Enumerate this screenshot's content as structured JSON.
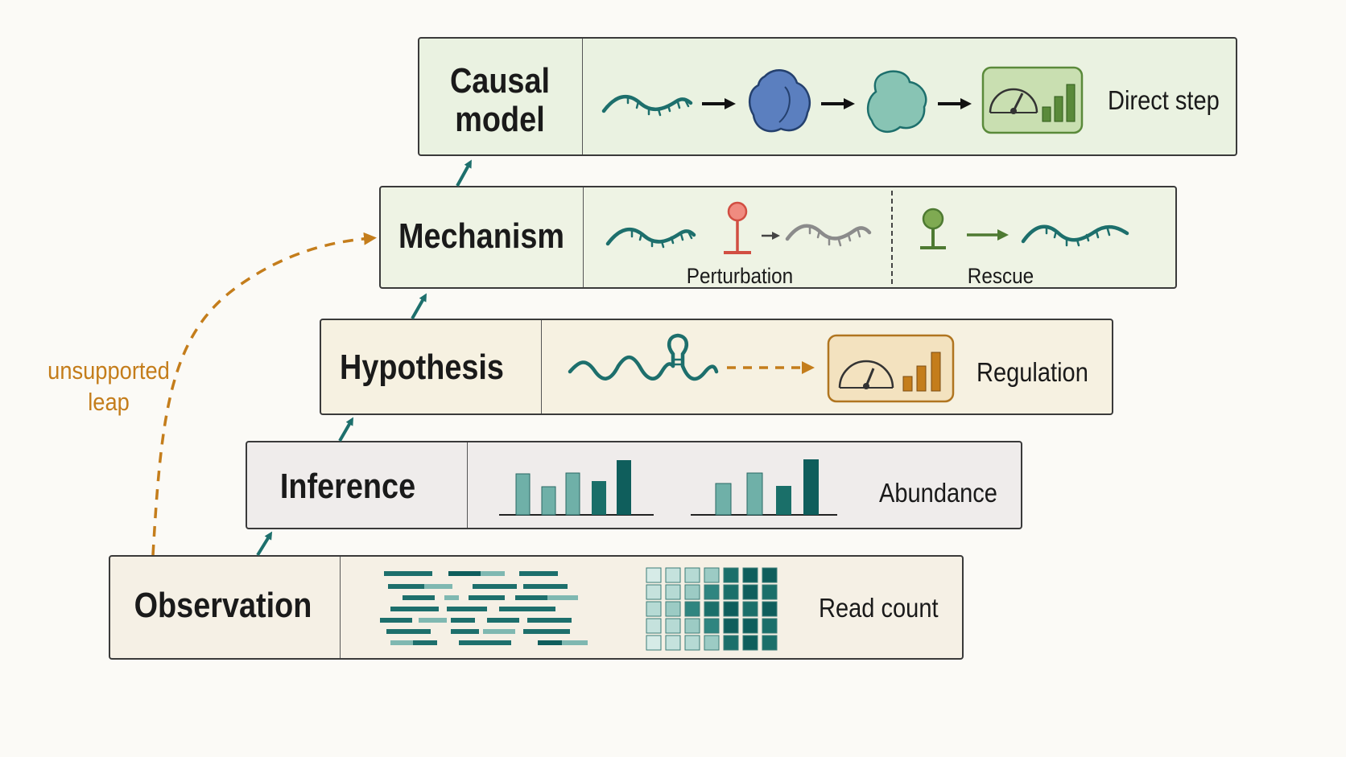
{
  "levels": {
    "observation": {
      "title": "Observation",
      "label": "Read count"
    },
    "inference": {
      "title": "Inference",
      "label": "Abundance"
    },
    "hypothesis": {
      "title": "Hypothesis",
      "label": "Regulation"
    },
    "mechanism": {
      "title": "Mechanism",
      "sub_left": "Perturbation",
      "sub_right": "Rescue"
    },
    "causal_model": {
      "title_line1": "Causal",
      "title_line2": "model",
      "label": "Direct step"
    }
  },
  "leap": {
    "line1": "unsupported",
    "line2": "leap"
  },
  "colors": {
    "teal": "#1d6f6c",
    "dark_teal": "#0f5e5c",
    "light_teal": "#7fb8b1",
    "orange": "#c47d1b",
    "green": "#5a8a3a",
    "red_inhibitor": "#e05a4e",
    "blue_protein": "#5b7fbf",
    "observation_bg": "#f5f0e5",
    "inference_bg": "#efeceb",
    "hypothesis_bg": "#f6f1e1",
    "mechanism_bg": "#eef3e4",
    "causal_bg": "#eaf2e1"
  },
  "icons": [
    "rna-strand-icon",
    "protein-icon",
    "gauge-icon",
    "bar-chart-icon",
    "read-alignment-icon",
    "heatmap-grid-icon",
    "inhibitor-icon",
    "activator-icon",
    "hairpin-rna-icon"
  ]
}
